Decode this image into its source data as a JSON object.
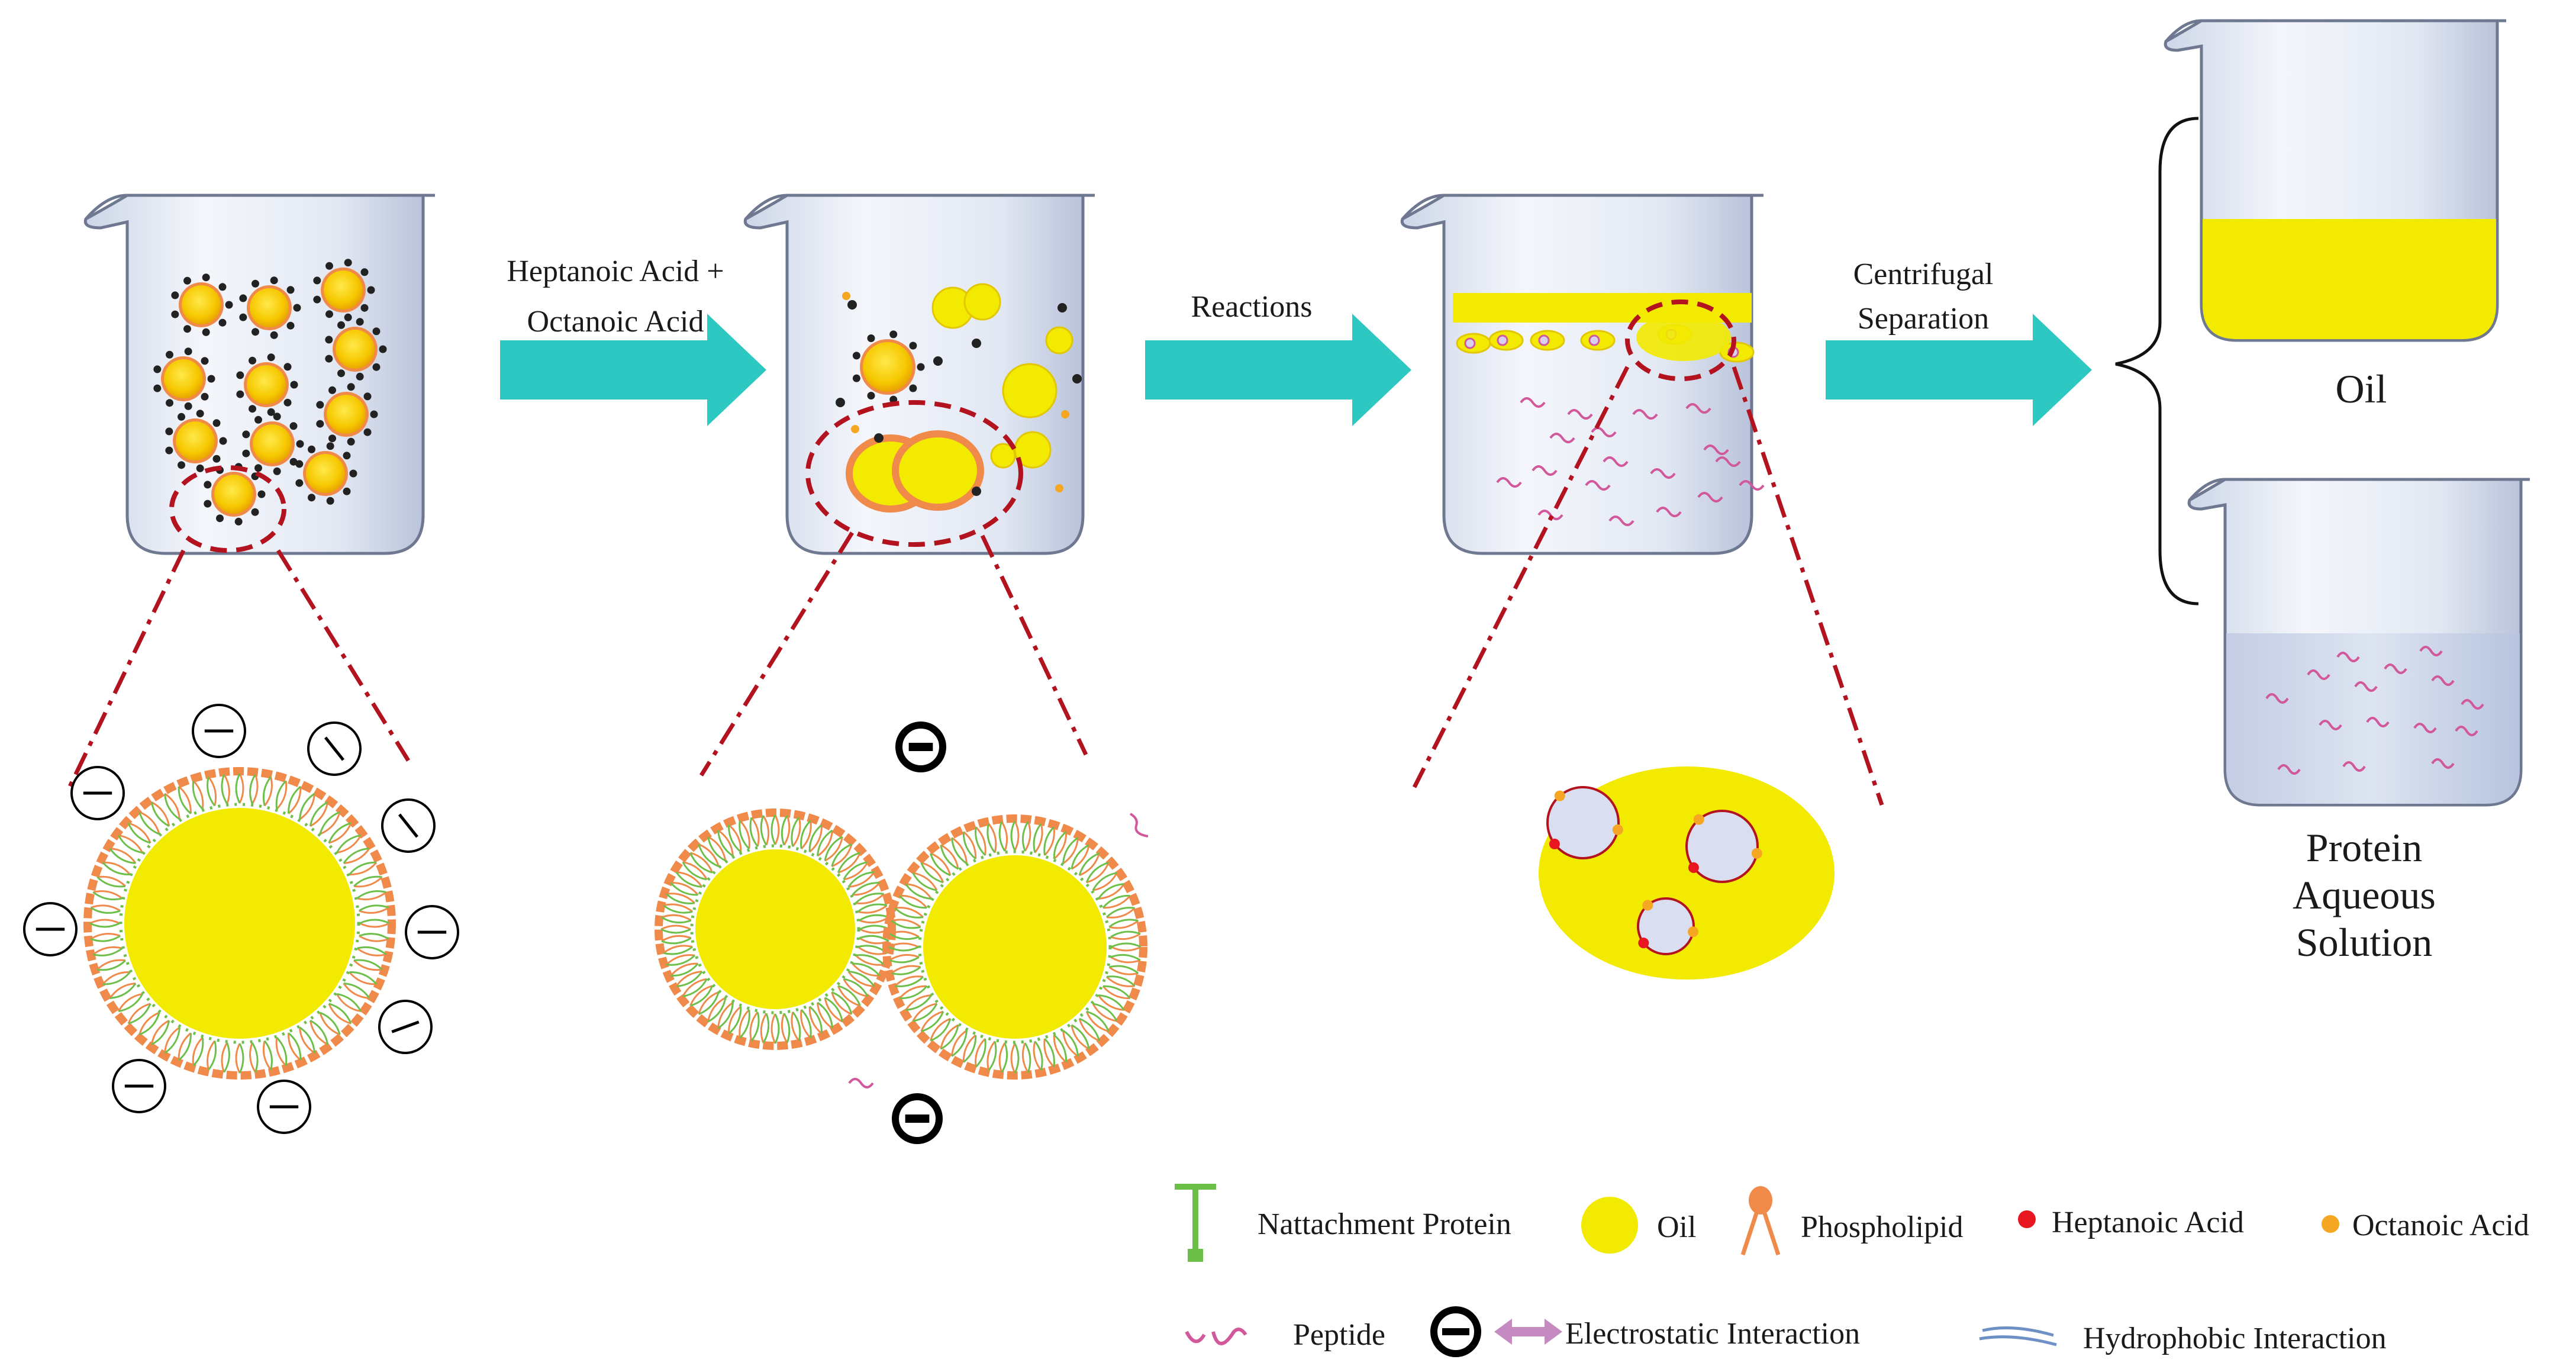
{
  "steps": {
    "arrow1": [
      "Heptanoic Acid +",
      "Octanoic Acid"
    ],
    "arrow2": "Reactions",
    "arrow3": [
      "Centrifugal",
      "Separation"
    ]
  },
  "outputs": {
    "oil": "Oil",
    "protein": [
      "Protein",
      "Aqueous",
      "Solution"
    ]
  },
  "legend": {
    "nattachment_protein": "Nattachment Protein",
    "oil": "Oil",
    "phospholipid": "Phospholipid",
    "heptanoic_acid": "Heptanoic Acid",
    "octanoic_acid": "Octanoic Acid",
    "peptide": "Peptide",
    "electrostatic": "Electrostatic Interaction",
    "hydrophobic": "Hydrophobic Interaction"
  },
  "colors": {
    "oil_yellow": "#f2ea00",
    "phospholipid_orange": "#f08a4b",
    "protein_green": "#6cc04a",
    "arrow_teal": "#2ec8c3",
    "dash_red": "#b3121f",
    "peptide_pink": "#d2589c",
    "heptanoic_red": "#e8161e",
    "octanoic_orange": "#f5a623",
    "electrostatic_purple": "#c58ac0",
    "hydrophobic_blue": "#6f8fc7"
  }
}
